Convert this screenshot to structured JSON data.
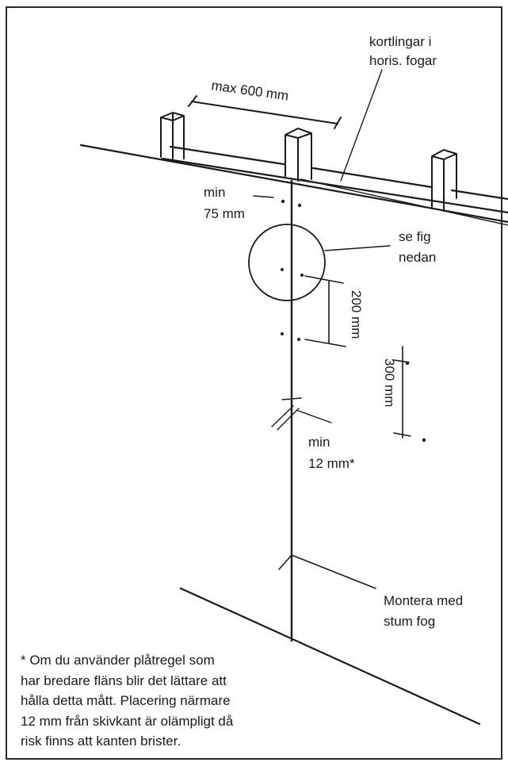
{
  "labels": {
    "max_600": "max 600 mm",
    "kortlingar_1": "kortlingar i",
    "kortlingar_2": "horis. fogar",
    "min75_1": "min",
    "min75_2": "75 mm",
    "sefig_1": "se fig",
    "sefig_2": "nedan",
    "mm200": "200 mm",
    "mm300": "300 mm",
    "min12_1": "min",
    "min12_2": "12 mm*",
    "montera_1": "Montera med",
    "montera_2": "stum fog"
  },
  "footnote": {
    "lines": [
      "* Om du använder plåtregel som",
      "har bredare fläns blir det lättare att",
      "hålla detta mått. Placering närmare",
      "12 mm från skivkant är olämpligt då",
      "risk finns att kanten brister."
    ]
  },
  "colors": {
    "ink": "#1a1a1a",
    "frame": "#2a2a2a",
    "paper": "#ffffff"
  }
}
